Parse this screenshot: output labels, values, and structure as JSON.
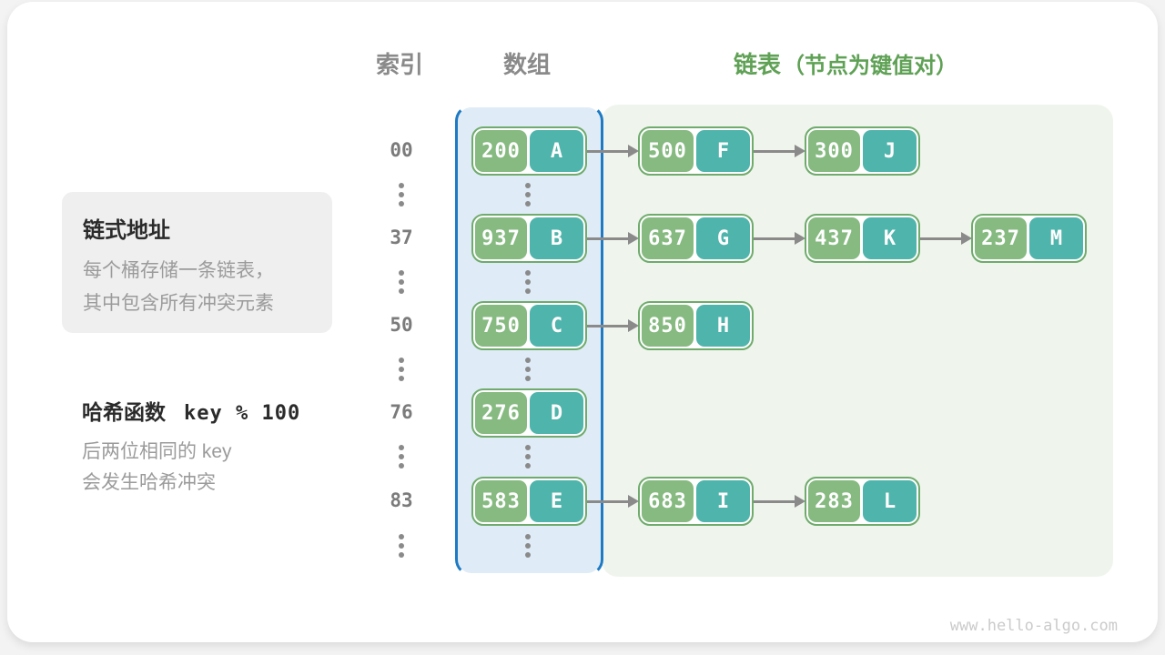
{
  "headers": {
    "index": "索引",
    "array": "数组",
    "list": "链表",
    "list_note": "（节点为键值对）"
  },
  "side_panel": {
    "title": "链式地址",
    "lines": [
      "每个桶存储一条链表，",
      "其中包含所有冲突元素"
    ]
  },
  "hash_note": {
    "title": "哈希函数",
    "formula": "key % 100",
    "lines": [
      "后两位相同的 key",
      "会发生哈希冲突"
    ]
  },
  "rows": [
    {
      "index": "00",
      "array": {
        "key": "200",
        "value": "A"
      },
      "chain": [
        {
          "key": "500",
          "value": "F"
        },
        {
          "key": "300",
          "value": "J"
        }
      ]
    },
    {
      "index": "37",
      "array": {
        "key": "937",
        "value": "B"
      },
      "chain": [
        {
          "key": "637",
          "value": "G"
        },
        {
          "key": "437",
          "value": "K"
        },
        {
          "key": "237",
          "value": "M"
        }
      ]
    },
    {
      "index": "50",
      "array": {
        "key": "750",
        "value": "C"
      },
      "chain": [
        {
          "key": "850",
          "value": "H"
        }
      ]
    },
    {
      "index": "76",
      "array": {
        "key": "276",
        "value": "D"
      },
      "chain": []
    },
    {
      "index": "83",
      "array": {
        "key": "583",
        "value": "E"
      },
      "chain": [
        {
          "key": "683",
          "value": "I"
        },
        {
          "key": "283",
          "value": "L"
        }
      ]
    }
  ],
  "colors": {
    "key_green": "#86ba81",
    "value_teal": "#4fb4ab",
    "node_border_green": "#6fab6c",
    "array_fill_blue": "#dfecf7",
    "array_border_blue": "#1e7ac4",
    "list_fill_green": "#eff5ec",
    "header_gray": "#8a8a8a",
    "header_green": "#5fa155",
    "arrow_gray": "#8a8a8a",
    "panel_gray": "#efefef"
  },
  "watermark": "www.hello-algo.com"
}
